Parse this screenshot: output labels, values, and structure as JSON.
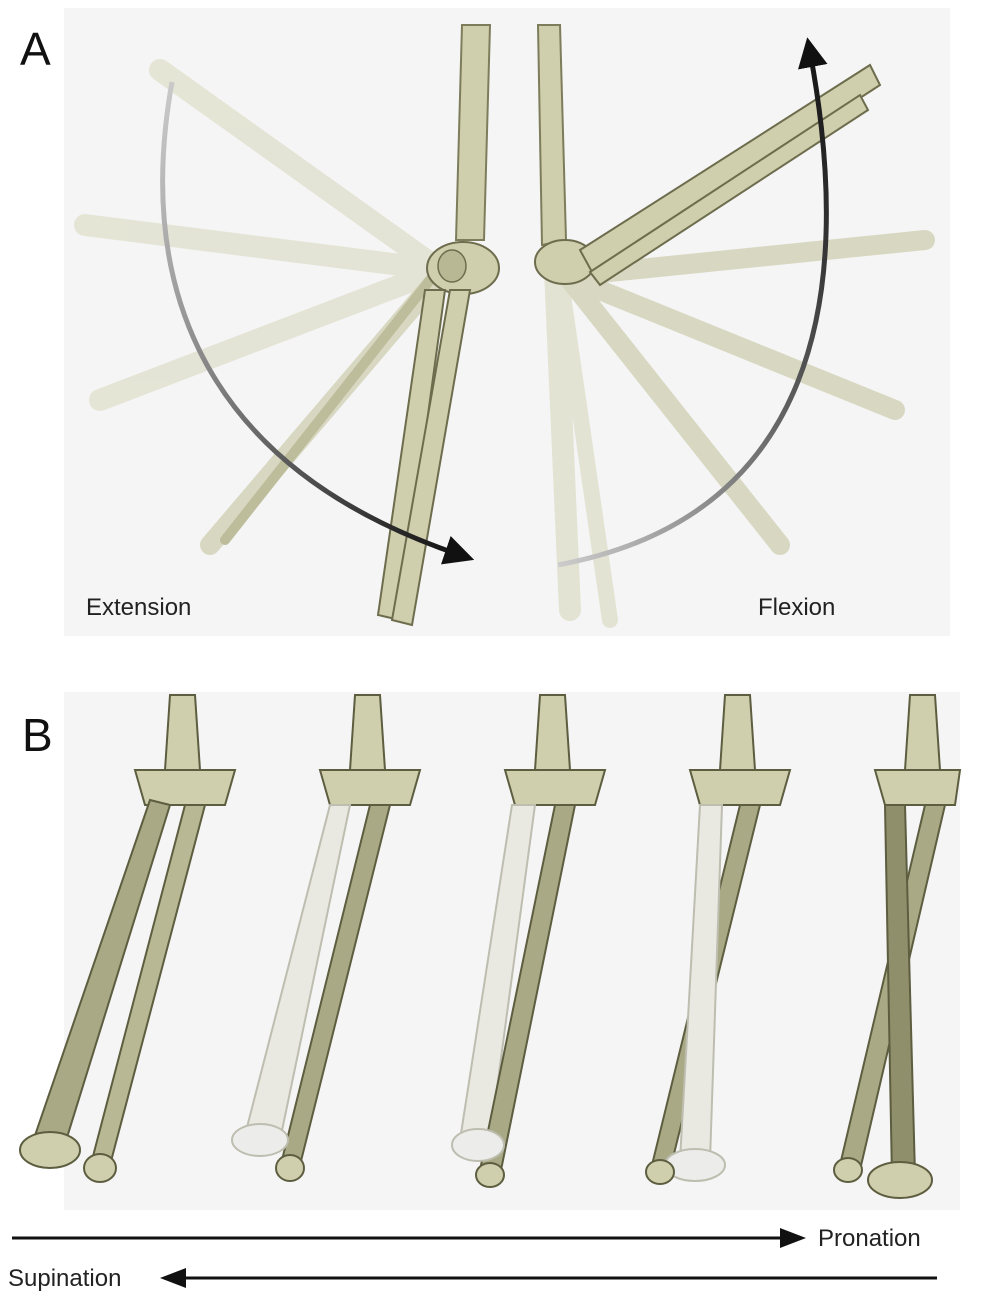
{
  "panel_a": {
    "letter": "A",
    "left_label": "Extension",
    "right_label": "Flexion"
  },
  "panel_b": {
    "letter": "B",
    "arrow_right_label": "Pronation",
    "arrow_left_label": "Supination"
  },
  "colors": {
    "bone": "#cfcfae",
    "bone_dark": "#8a8a66",
    "bone_faint": "#e6e6d8",
    "radius_white": "#e9e9e2",
    "arrow": "#111111"
  }
}
